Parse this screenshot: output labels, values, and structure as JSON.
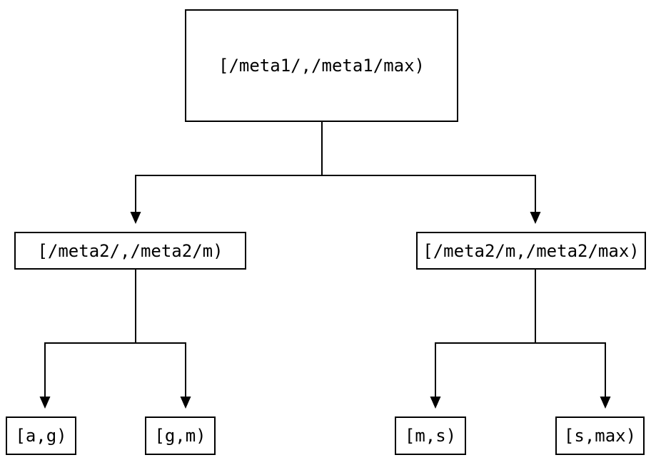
{
  "diagram": {
    "type": "tree",
    "colors": {
      "line": "#000000",
      "box_border": "#000000",
      "text": "#000000",
      "background": "#ffffff"
    },
    "nodes": {
      "root": {
        "label": "[/meta1/,/meta1/max)"
      },
      "left": {
        "label": "[/meta2/,/meta2/m)"
      },
      "right": {
        "label": "[/meta2/m,/meta2/max)"
      },
      "leaf_ag": {
        "label": "[a,g)"
      },
      "leaf_gm": {
        "label": "[g,m)"
      },
      "leaf_ms": {
        "label": "[m,s)"
      },
      "leaf_smax": {
        "label": "[s,max)"
      }
    },
    "edges": [
      {
        "from": "root",
        "to": "left"
      },
      {
        "from": "root",
        "to": "right"
      },
      {
        "from": "left",
        "to": "leaf_ag"
      },
      {
        "from": "left",
        "to": "leaf_gm"
      },
      {
        "from": "right",
        "to": "leaf_ms"
      },
      {
        "from": "right",
        "to": "leaf_smax"
      }
    ]
  }
}
